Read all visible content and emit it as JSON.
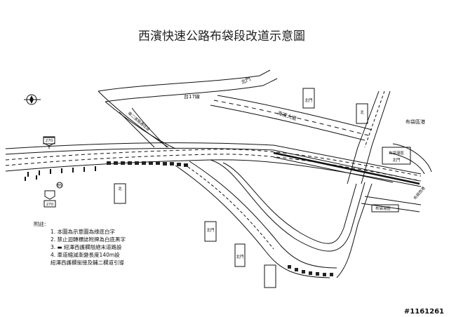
{
  "title": "西濱快速公路布袋段改道示意圖",
  "roads": {
    "route17": "台17線",
    "north_gate": "北門",
    "haibin": "海濱大道",
    "interchange": "南二濱路通往道",
    "budai_port": "布袋區港",
    "budai_west": "布袋西港"
  },
  "shields": {
    "r270_top": "270",
    "r270_bottom": "270",
    "circle_sign": "85"
  },
  "signs": {
    "north": "北門",
    "north_short": "北",
    "budai_port_sign": "布袋港區",
    "budai_port_arrow": "布袋港區"
  },
  "notes": {
    "heading": "附註:",
    "items": [
      "1. 本圖為示意圖為綠底白字",
      "2. 禁止迴轉標誌附牌為白底黑字",
      "3. ▬  紐澤西護欄阻絕末道路設",
      "4. 車道縮減漸變長度140m設",
      "紐澤西護欄銜接及輔二欄道引導"
    ]
  },
  "watermark": "#1161261",
  "colors": {
    "line": "#111111",
    "background": "#ffffff"
  }
}
